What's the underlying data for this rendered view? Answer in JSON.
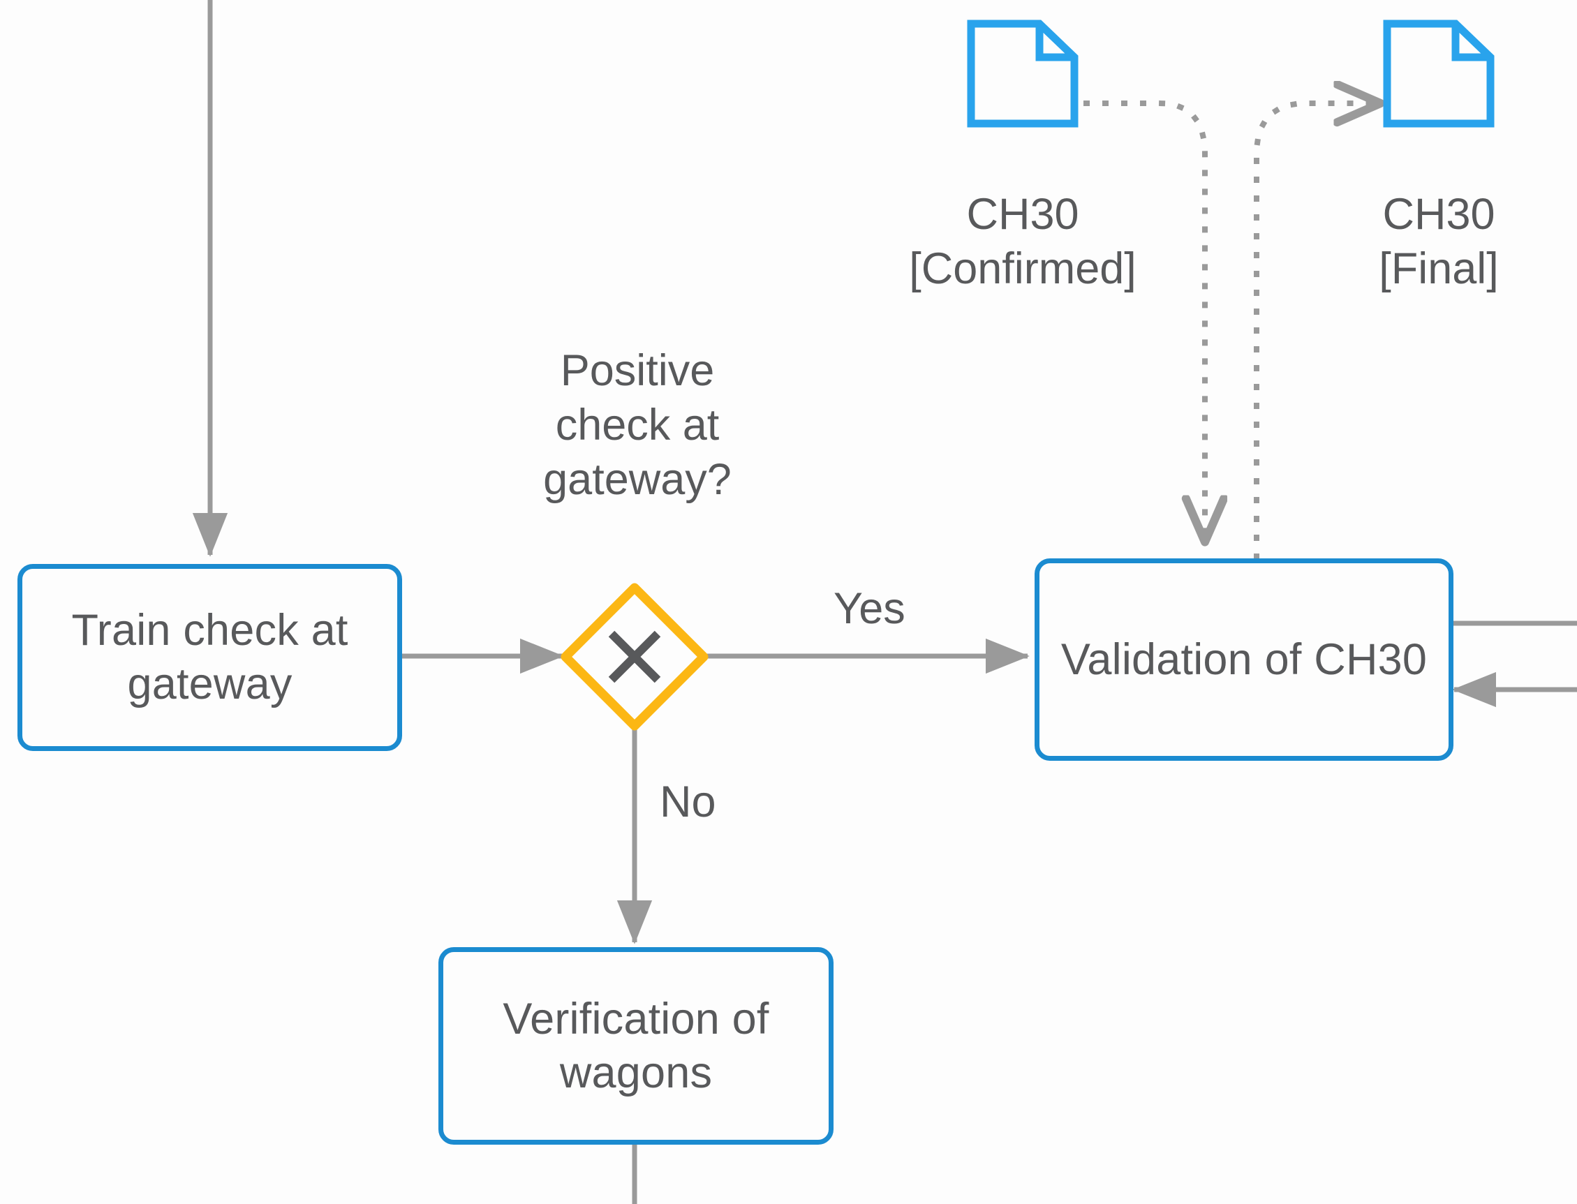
{
  "diagram": {
    "type": "bpmn-process-fragment",
    "background_color": "#fdfdfd",
    "palette": {
      "task_border": "#1b8bd0",
      "task_fill": "#fdfdfd",
      "gateway_border": "#fcb714",
      "gateway_fill": "#fdfdfd",
      "gateway_mark": "#58595b",
      "dataobject_stroke": "#29a3ec",
      "flow_stroke": "#9a9a9a",
      "association_stroke": "#9a9a9a",
      "text_color": "#58595b"
    },
    "tasks": [
      {
        "id": "train-check",
        "label": "Train check\nat gateway"
      },
      {
        "id": "validation-ch30",
        "label": "Validation\nof CH30"
      },
      {
        "id": "verification-wagons",
        "label": "Verification\nof wagons"
      }
    ],
    "gateways": [
      {
        "id": "positive-check-gateway",
        "kind": "exclusive",
        "marker": "X",
        "label": "Positive\ncheck at\ngateway?"
      }
    ],
    "data_objects": [
      {
        "id": "ch30-confirmed",
        "name": "CH30",
        "state": "[Confirmed]",
        "label": "CH30\n[Confirmed]"
      },
      {
        "id": "ch30-final",
        "name": "CH30",
        "state": "[Final]",
        "label": "CH30\n[Final]"
      }
    ],
    "flow_labels": [
      {
        "id": "yes-label",
        "text": "Yes",
        "from": "positive-check-gateway",
        "to": "validation-ch30"
      },
      {
        "id": "no-label",
        "text": "No",
        "from": "positive-check-gateway",
        "to": "verification-wagons"
      }
    ],
    "connections": [
      {
        "id": "flow-into-train-check",
        "kind": "sequence-flow",
        "arrow": "down"
      },
      {
        "id": "flow-train-check-to-gateway",
        "kind": "sequence-flow",
        "arrow": "right"
      },
      {
        "id": "flow-gateway-to-validation",
        "kind": "sequence-flow",
        "arrow": "right",
        "label": "Yes"
      },
      {
        "id": "flow-gateway-to-verification",
        "kind": "sequence-flow",
        "arrow": "down",
        "label": "No"
      },
      {
        "id": "flow-out-of-verification",
        "kind": "sequence-flow",
        "arrow": "none"
      },
      {
        "id": "flow-validation-right-out",
        "kind": "sequence-flow",
        "arrow": "none"
      },
      {
        "id": "flow-validation-right-in",
        "kind": "sequence-flow",
        "arrow": "left"
      },
      {
        "id": "assoc-confirmed-to-validation",
        "kind": "association",
        "style": "dotted",
        "arrow": "down"
      },
      {
        "id": "assoc-validation-to-final",
        "kind": "association",
        "style": "dotted",
        "arrow": "right"
      }
    ]
  }
}
